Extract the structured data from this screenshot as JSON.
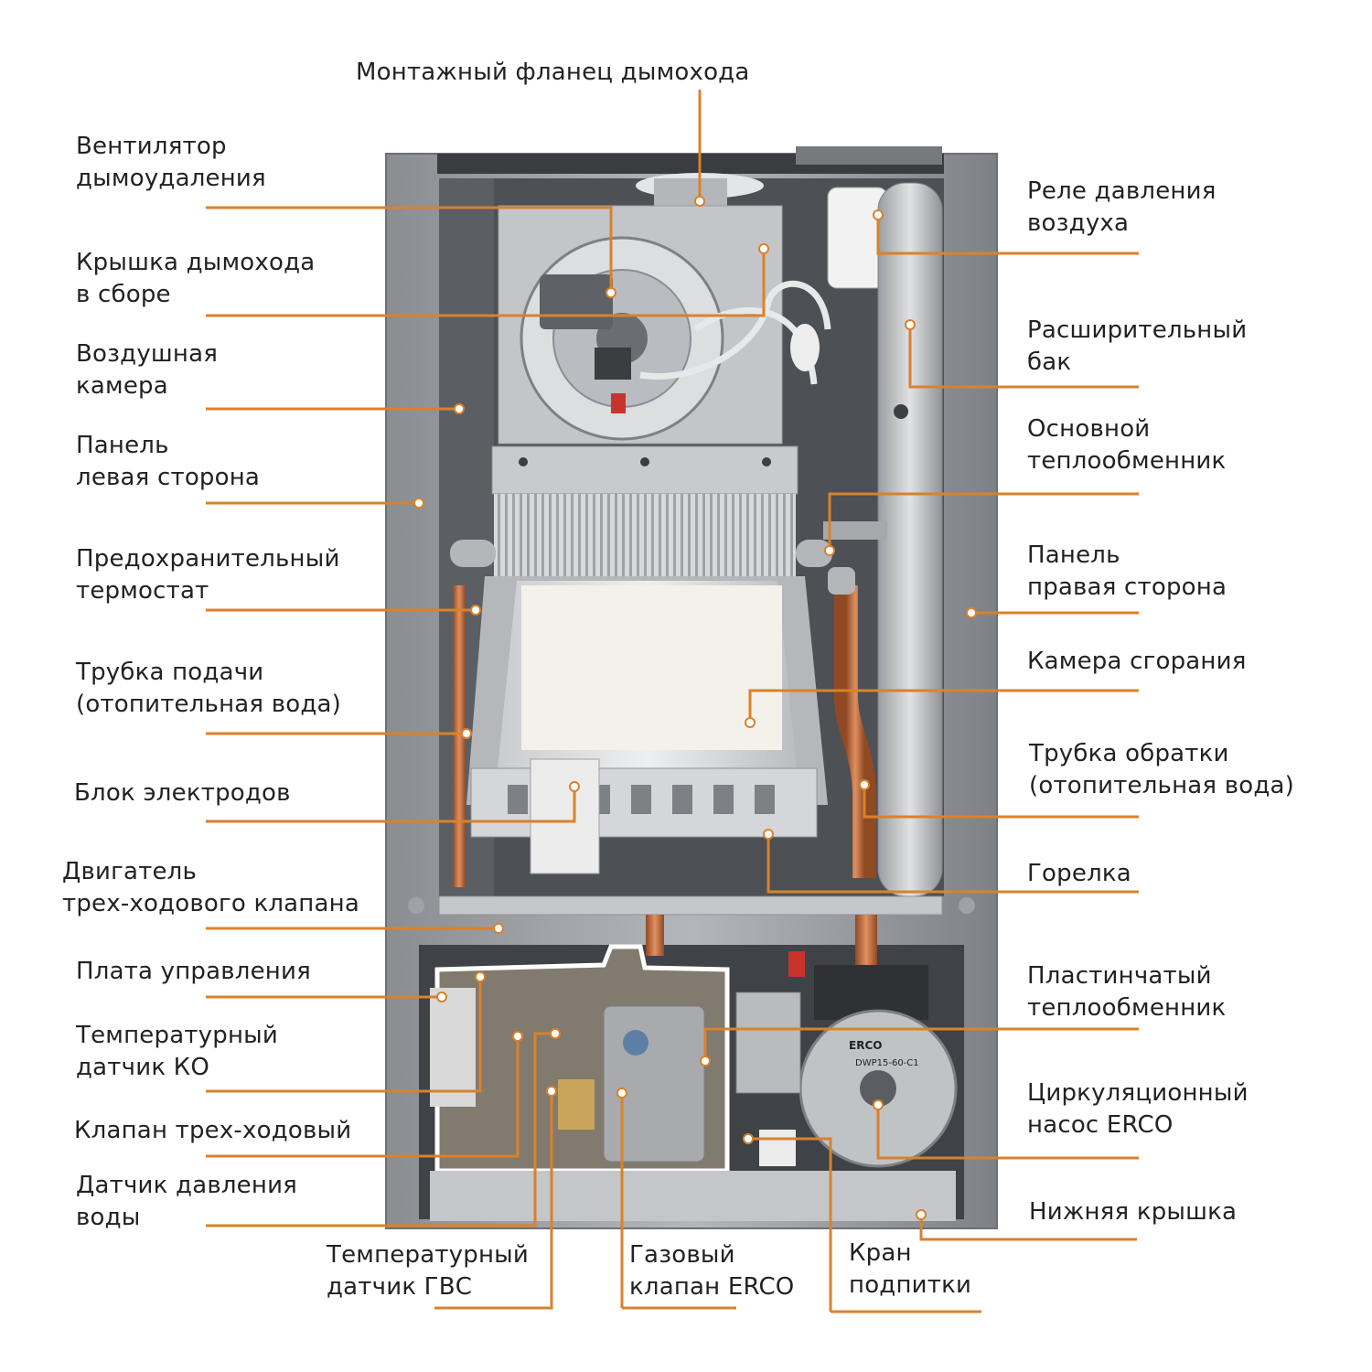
{
  "colors": {
    "leader": "#d9822b",
    "text": "#222222",
    "background": "#ffffff",
    "frame": "#8e9196",
    "interior": "#4a4d52",
    "copper": "#c06a3a",
    "insulation": "#f4f1ea",
    "metal": "#b7b9bc"
  },
  "labels": {
    "flue_flange": "Монтажный фланец дымохода",
    "fan": "Вентилятор\nдымоудаления",
    "flue_cover": "Крышка дымохода\nв сборе",
    "air_chamber": "Воздушная\nкамера",
    "left_panel": "Панель\nлевая сторона",
    "safety_thermostat": "Предохранительный\nтермостат",
    "supply_pipe": "Трубка подачи\n(отопительная вода)",
    "electrode_block": "Блок электродов",
    "valve_motor": "Двигатель\nтрех-ходового клапана",
    "control_board": "Плата управления",
    "ch_temp_sensor": "Температурный\nдатчик КО",
    "three_way_valve": "Клапан трех-ходовый",
    "water_pressure_sensor": "Датчик давления\nводы",
    "dhw_temp_sensor": "Температурный\nдатчик ГВС",
    "gas_valve": "Газовый\nклапан ERCO",
    "fill_tap": "Кран\nподпитки",
    "air_pressure_relay": "Реле давления\nвоздуха",
    "expansion_tank": "Расширительный\nбак",
    "main_heat_exchanger": "Основной\nтеплообменник",
    "right_panel": "Панель\nправая сторона",
    "combustion_chamber": "Камера сгорания",
    "return_pipe": "Трубка обратки\n(отопительная вода)",
    "burner": "Горелка",
    "plate_heat_exchanger": "Пластинчатый\nтеплообменник",
    "circulation_pump": "Циркуляционный\nнасос ERCO",
    "bottom_cover": "Нижняя крышка"
  },
  "pump_plate": {
    "brand": "ERCO",
    "model": "DWP15-60-C1"
  }
}
